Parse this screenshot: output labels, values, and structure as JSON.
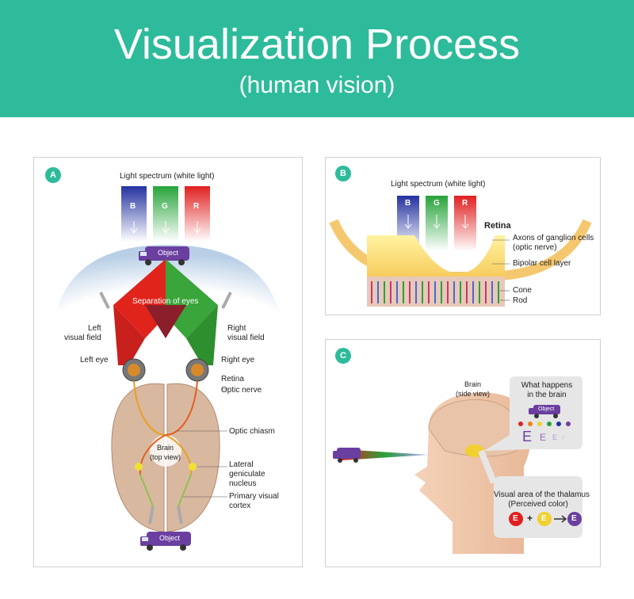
{
  "header": {
    "title": "Visualization Process",
    "subtitle": "(human vision)"
  },
  "colors": {
    "accent": "#2ebb9b",
    "blue": "#2432a0",
    "green": "#27a33a",
    "red": "#e02020",
    "van": "#6a3fa0"
  },
  "panelA": {
    "badge": "A",
    "spectrum_label": "Light spectrum (white light)",
    "bars": [
      "B",
      "G",
      "R"
    ],
    "object": "Object",
    "separation": "Separation of eyes",
    "left_field": "Left\nvisual field",
    "right_field": "Right\nvisual field",
    "left_eye": "Left eye",
    "right_eye": "Right eye",
    "retina": "Retina",
    "optic_nerve": "Optic nerve",
    "optic_chiasm": "Optic chiasm",
    "lgn": "Lateral\ngeniculate\nnucleus",
    "visual_cortex": "Primary visual\ncortex",
    "brain": "Brain\n(top view)",
    "object_bottom": "Object"
  },
  "panelB": {
    "badge": "B",
    "spectrum_label": "Light spectrum (white light)",
    "bars": [
      "B",
      "G",
      "R"
    ],
    "retina": "Retina",
    "axons": "Axons of ganglion cells\n(optic nerve)",
    "bipolar": "Bipolar cell layer",
    "cone": "Cone",
    "rod": "Rod"
  },
  "panelC": {
    "badge": "C",
    "brain": "Brain\n(side view)",
    "what_happens": "What happens\nin the brain",
    "object": "Object",
    "letter": "E",
    "thalamus": "Visual area of the thalamus\n(Perceived color)",
    "plus": "+"
  }
}
